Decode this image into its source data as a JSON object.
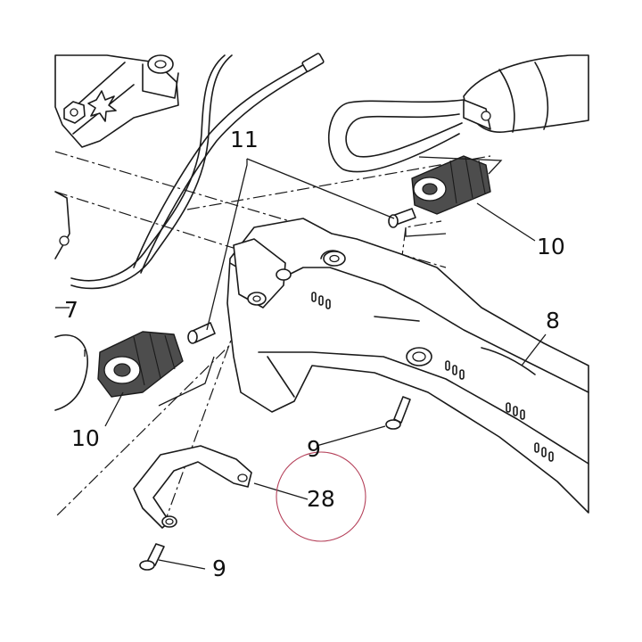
{
  "callouts": {
    "c11": "11",
    "c10_right": "10",
    "c8": "8",
    "c7": "7",
    "c10_left": "10",
    "c9_upper": "9",
    "c28": "28",
    "c9_lower": "9"
  },
  "colors": {
    "line": "#1a1a1a",
    "rubber_fill": "#4d4d4d",
    "highlight_circle": "#b5415a",
    "background": "#ffffff"
  }
}
